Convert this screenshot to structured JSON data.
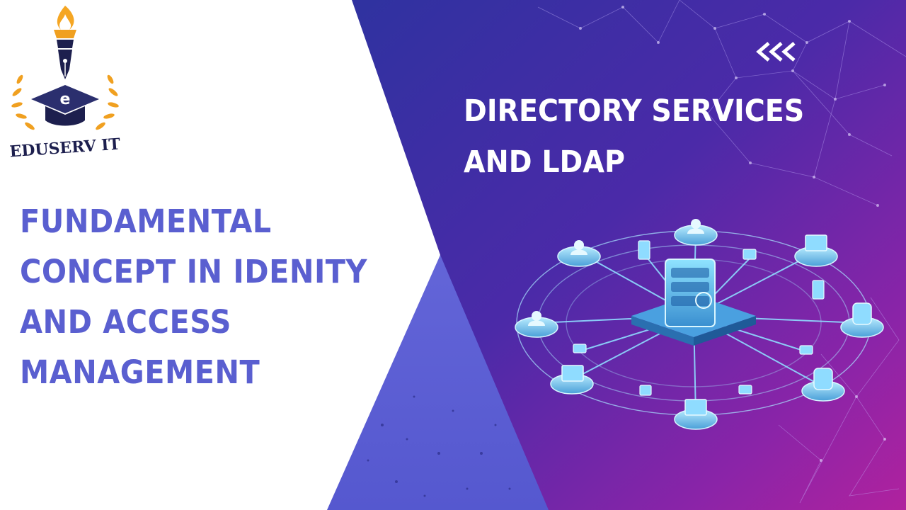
{
  "logo": {
    "brand_text": "EDUSERV IT",
    "colors": {
      "torch": "#f0a020",
      "cap": "#2b2f6e",
      "laurel": "#f0a020"
    }
  },
  "slide": {
    "main_heading": {
      "lines": [
        "FUNDAMENTAL",
        "CONCEPT IN IDENITY",
        "AND ACCESS",
        "MANAGEMENT"
      ],
      "color": "#5a5fd0"
    },
    "sub_heading": {
      "lines": [
        "DIRECTORY SERVICES",
        "AND LDAP"
      ],
      "color": "#ffffff"
    },
    "chevron_icon": "triple-chevron-left-icon",
    "illustration": "network-server-icon"
  },
  "colors": {
    "panel_dark": "#3a2d9a",
    "panel_pink": "#a0259e",
    "triangle": "#5a5fd0",
    "illustration_cyan": "#6ed3f5"
  }
}
